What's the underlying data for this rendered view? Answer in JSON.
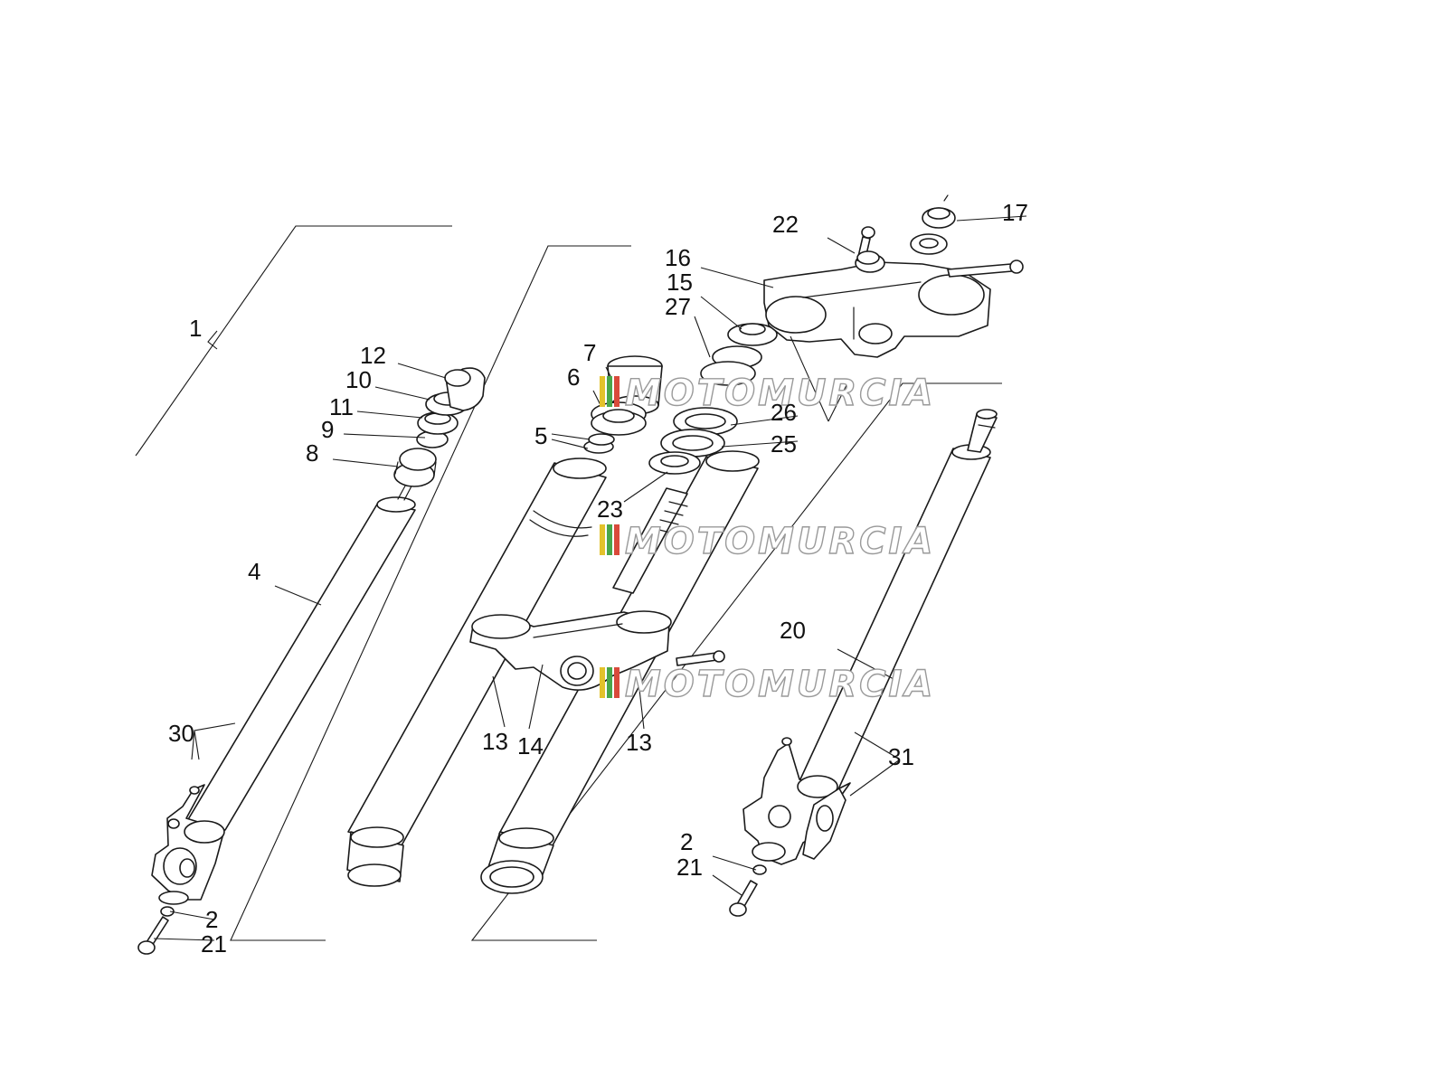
{
  "watermark": {
    "text": "MOTOMURCIA",
    "colors": [
      "#e3c22b",
      "#49a64a",
      "#d94a3b"
    ]
  },
  "callouts": [
    {
      "id": "c1",
      "text": "1"
    },
    {
      "id": "c12",
      "text": "12"
    },
    {
      "id": "c10",
      "text": "10"
    },
    {
      "id": "c11",
      "text": "11"
    },
    {
      "id": "c9",
      "text": "9"
    },
    {
      "id": "c8",
      "text": "8"
    },
    {
      "id": "c4",
      "text": "4"
    },
    {
      "id": "c30",
      "text": "30"
    },
    {
      "id": "c2a",
      "text": "2"
    },
    {
      "id": "c21a",
      "text": "21"
    },
    {
      "id": "c7",
      "text": "7"
    },
    {
      "id": "c6",
      "text": "6"
    },
    {
      "id": "c5",
      "text": "5"
    },
    {
      "id": "c23",
      "text": "23"
    },
    {
      "id": "c13a",
      "text": "13"
    },
    {
      "id": "c14",
      "text": "14"
    },
    {
      "id": "c13b",
      "text": "13"
    },
    {
      "id": "c16",
      "text": "16"
    },
    {
      "id": "c15",
      "text": "15"
    },
    {
      "id": "c27",
      "text": "27"
    },
    {
      "id": "c26",
      "text": "26"
    },
    {
      "id": "c25",
      "text": "25"
    },
    {
      "id": "c22",
      "text": "22"
    },
    {
      "id": "c17",
      "text": "17"
    },
    {
      "id": "c20",
      "text": "20"
    },
    {
      "id": "c31",
      "text": "31"
    },
    {
      "id": "c2b",
      "text": "2"
    },
    {
      "id": "c21b",
      "text": "21"
    }
  ]
}
